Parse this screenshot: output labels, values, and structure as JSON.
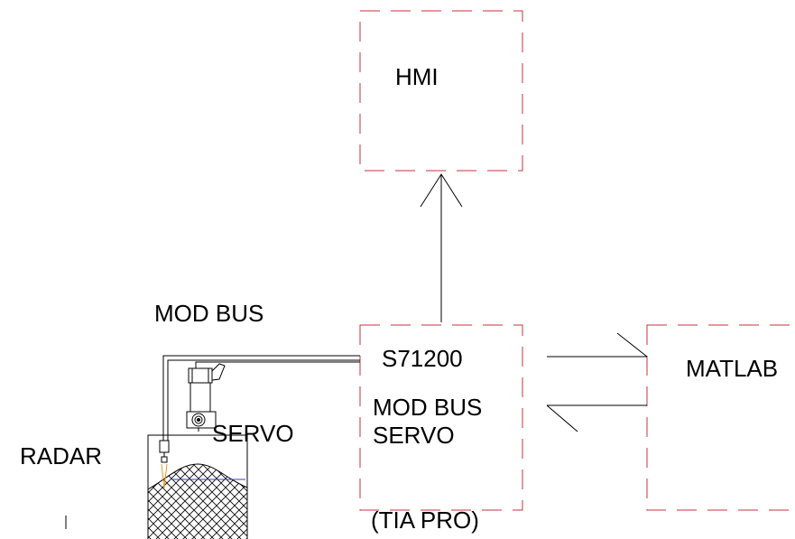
{
  "colors": {
    "box_border": "#c8323c",
    "line": "#000000",
    "radar_beam": "#e8962a",
    "liquid_line": "#3a3acc",
    "background": "#ffffff"
  },
  "labels": {
    "hmi": "HMI",
    "plc_model": "S71200",
    "plc_protocol": "MOD BUS",
    "plc_servo": "SERVO",
    "plc_software": "(TIA PRO)",
    "matlab": "MATLAB",
    "bus": "MOD BUS",
    "servo": "SERVO",
    "radar": "RADAR"
  },
  "icons": [
    "servo-motor-icon",
    "radar-sensor-icon",
    "tank-icon"
  ]
}
